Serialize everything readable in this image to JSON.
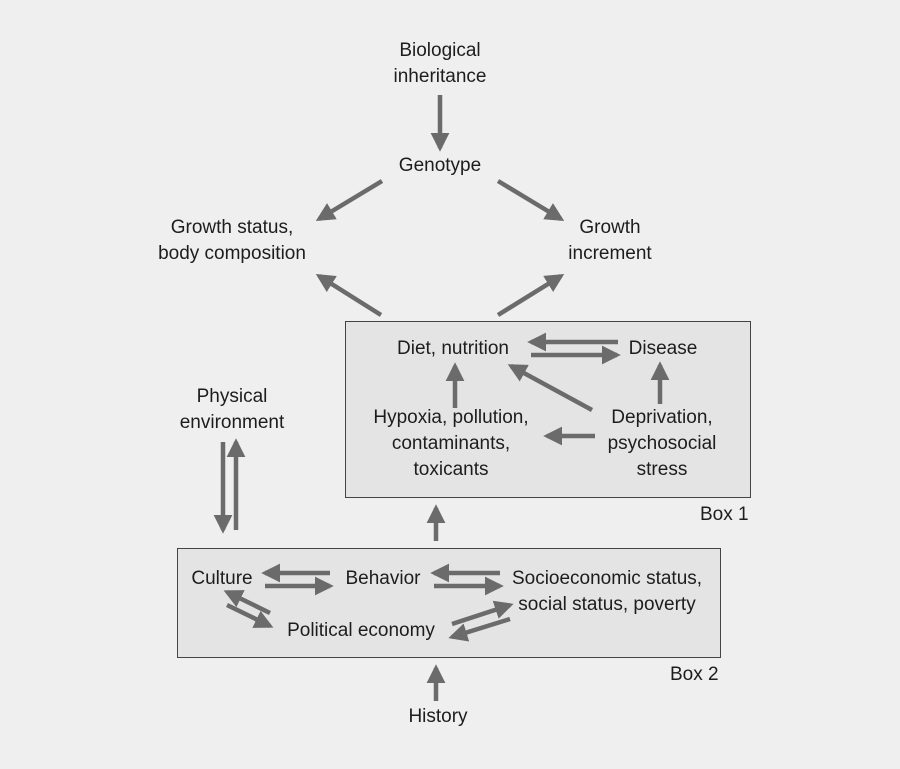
{
  "nodes": {
    "biological_inheritance": "Biological\ninheritance",
    "genotype": "Genotype",
    "growth_status": "Growth status,\nbody composition",
    "growth_increment": "Growth\nincrement",
    "diet_nutrition": "Diet, nutrition",
    "disease": "Disease",
    "hypoxia": "Hypoxia, pollution,\ncontaminants,\ntoxicants",
    "deprivation": "Deprivation,\npsychosocial\nstress",
    "physical_environment": "Physical\nenvironment",
    "culture": "Culture",
    "behavior": "Behavior",
    "socioeconomic": "Socioeconomic status,\nsocial status, poverty",
    "political_economy": "Political economy",
    "history": "History"
  },
  "boxes": {
    "box1_label": "Box 1",
    "box2_label": "Box 2"
  },
  "colors": {
    "background": "#efefef",
    "box_fill": "#e4e4e4",
    "box_border": "#444444",
    "arrow": "#6b6b6b",
    "text": "#1d1d1d"
  }
}
